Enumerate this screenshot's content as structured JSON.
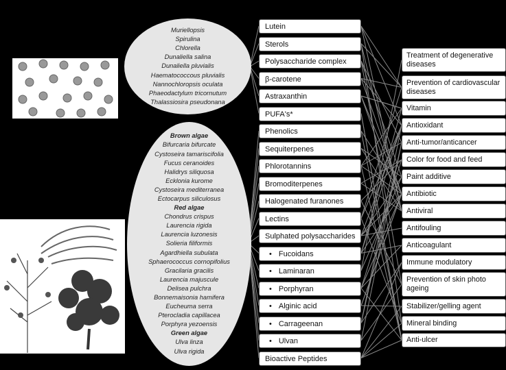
{
  "microalgae": [
    "Muriellopsis",
    "Spirulina",
    "Chlorella",
    "Dunaliella salina",
    "Dunaliella pluvialis",
    "Haematococcous pluvialis",
    "Nannochloropsis oculata",
    "Phaeodactylum tricornutum",
    "Thalassiosira pseudonana"
  ],
  "macroalgae": [
    {
      "t": "Brown algae",
      "h": true
    },
    {
      "t": "Bifurcaria bifurcate"
    },
    {
      "t": "Cystoseira tamariscifolia"
    },
    {
      "t": "Fucus ceranoides"
    },
    {
      "t": "Halidrys siliquosa"
    },
    {
      "t": "Ecklonia kurome"
    },
    {
      "t": "Cystoseira mediterranea"
    },
    {
      "t": "Ectocarpus siliculosus"
    },
    {
      "t": "Red algae",
      "h": true
    },
    {
      "t": "Chondrus crispus"
    },
    {
      "t": "Laurencia rigida"
    },
    {
      "t": "Laurencia luzonesis"
    },
    {
      "t": "Solieria filiformis"
    },
    {
      "t": "Agardhiella subulata"
    },
    {
      "t": "Sphaerococcus cornopifolius"
    },
    {
      "t": "Gracilaria gracilis"
    },
    {
      "t": "Laurencia majuscule"
    },
    {
      "t": "Delisea pulchra"
    },
    {
      "t": "Bonnemaisonia hamifera"
    },
    {
      "t": "Eucheuma serra"
    },
    {
      "t": "Pterocladia capillacea"
    },
    {
      "t": "Porphyra yezoensis"
    },
    {
      "t": "Green algae",
      "h": true
    },
    {
      "t": "Ulva linza"
    },
    {
      "t": "Ulva rigida"
    }
  ],
  "compounds": [
    {
      "t": "Lutein"
    },
    {
      "t": "Sterols"
    },
    {
      "t": "Polysaccharide complex"
    },
    {
      "t": "β-carotene"
    },
    {
      "t": "Astraxanthin"
    },
    {
      "t": "PUFA's*"
    },
    {
      "t": "Phenolics"
    },
    {
      "t": "Sequiterpenes"
    },
    {
      "t": "Phlorotannins"
    },
    {
      "t": "Bromoditerpenes"
    },
    {
      "t": "Halogenated furanones"
    },
    {
      "t": "Lectins"
    },
    {
      "t": "Sulphated polysaccharides"
    },
    {
      "t": "Fucoidans",
      "sub": true
    },
    {
      "t": "Laminaran",
      "sub": true
    },
    {
      "t": "Porphyran",
      "sub": true
    },
    {
      "t": "Alginic acid",
      "sub": true
    },
    {
      "t": "Carrageenan",
      "sub": true
    },
    {
      "t": "Ulvan",
      "sub": true
    },
    {
      "t": "Bioactive Peptides"
    }
  ],
  "applications": [
    "Treatment of degenerative diseases",
    "Prevention of cardiovascular diseases",
    "Vitamin",
    "Antioxidant",
    "Anti-tumor/anticancer",
    "Color for food and feed",
    "Paint additive",
    "Antibiotic",
    "Antiviral",
    "Antifouling",
    "Anticoagulant",
    "Immune modulatory",
    "Prevention of skin photo ageing",
    "Stabilizer/gelling agent",
    "Mineral binding",
    "Anti-ulcer"
  ]
}
